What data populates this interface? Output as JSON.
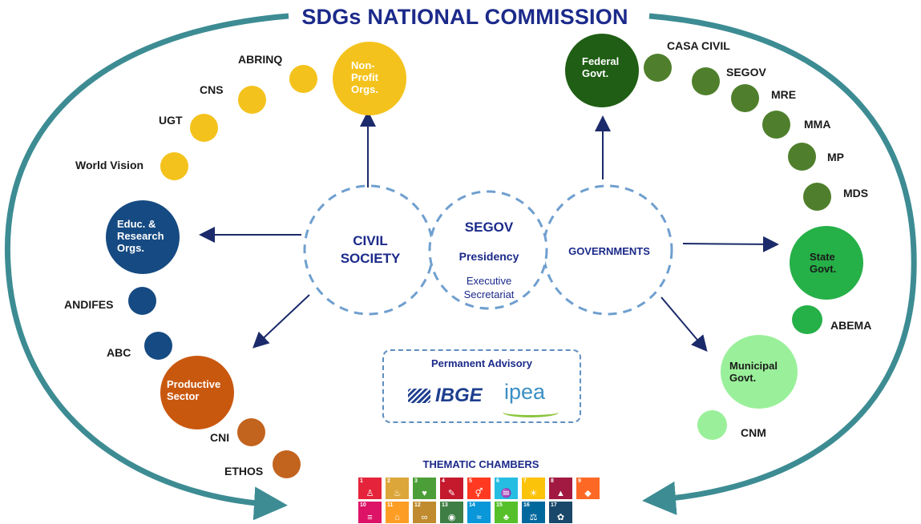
{
  "title": "SDGs NATIONAL COMMISSION",
  "hub": {
    "civil": "CIVIL SOCIETY",
    "segov": "SEGOV",
    "presidency": "Presidency",
    "exec": "Executive Secretariat",
    "governments": "GOVERNMENTS"
  },
  "civil_nodes": {
    "nonprofit": "Non-Profit Orgs.",
    "educ": "Educ. & Research Orgs.",
    "productive": "Productive Sector",
    "abrinq": "ABRINQ",
    "cns": "CNS",
    "ugt": "UGT",
    "world_vision": "World Vision",
    "andifes": "ANDIFES",
    "abc": "ABC",
    "cni": "CNI",
    "ethos": "ETHOS"
  },
  "gov_nodes": {
    "federal": "Federal Govt.",
    "state": "State Govt.",
    "municipal": "Municipal Govt.",
    "casa_civil": "CASA CIVIL",
    "segov": "SEGOV",
    "mre": "MRE",
    "mma": "MMA",
    "mp": "MP",
    "mds": "MDS",
    "abema": "ABEMA",
    "cnm": "CNM"
  },
  "advisory": {
    "title": "Permanent Advisory",
    "ibge": "IBGE",
    "ipea": "ipea"
  },
  "thematic": {
    "title": "THEMATIC CHAMBERS",
    "goals": [
      "1",
      "2",
      "3",
      "4",
      "5",
      "6",
      "7",
      "8",
      "9",
      "10",
      "11",
      "12",
      "13",
      "14",
      "15",
      "16",
      "17"
    ]
  },
  "colors": {
    "title": "#1b2a8a",
    "yellow": "#f4c21c",
    "navy": "#164a82",
    "orange": "#c9580f",
    "brown": "#c2631e",
    "dark_green": "#1f5e14",
    "olive_green": "#4f7f2c",
    "mid_green": "#26b048",
    "light_green": "#9af09a",
    "teal_arrow": "#3d8c93",
    "dashed_blue": "#6f9fcf",
    "sdg_tiles": [
      "#e5243b",
      "#dda63a",
      "#4c9f38",
      "#c5192d",
      "#ff3a21",
      "#26bde2",
      "#fcc30b",
      "#a21942",
      "#fd6925",
      "#dd1367",
      "#fd9d24",
      "#bf8b2e",
      "#3f7e44",
      "#0a97d9",
      "#56c02b",
      "#00689d",
      "#19486a"
    ]
  }
}
